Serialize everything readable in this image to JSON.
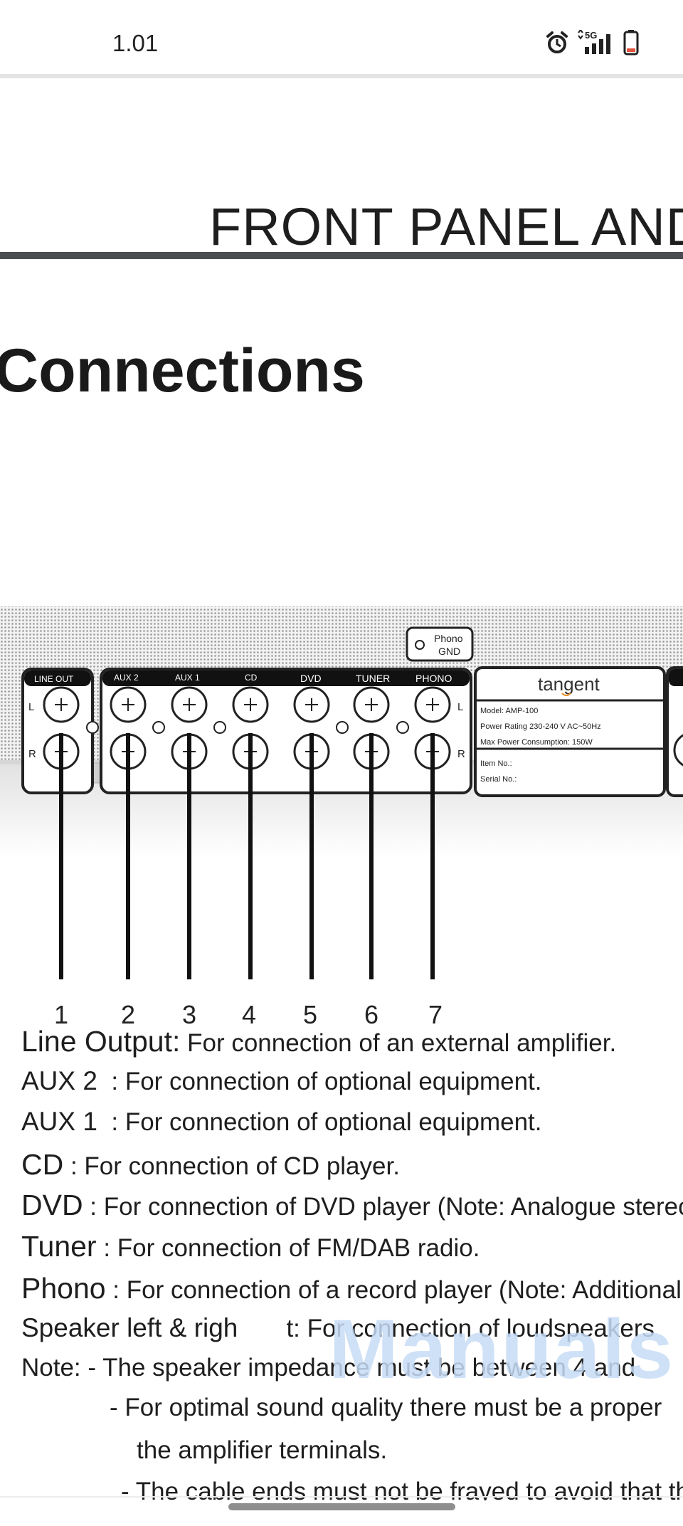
{
  "status_bar": {
    "time": "1.01",
    "network": "5G",
    "icons": [
      "alarm-icon",
      "signal-icon",
      "battery-icon"
    ]
  },
  "document": {
    "header_title": "FRONT PANEL AND",
    "section_title": "Connections",
    "panel": {
      "line_out_label": "LINE OUT",
      "input_labels": [
        "AUX 2",
        "AUX 1",
        "CD",
        "DVD",
        "TUNER",
        "PHONO"
      ],
      "channel_left": "L",
      "channel_right": "R",
      "phono_gnd": [
        "Phono",
        "GND"
      ],
      "brand": "tangent",
      "model": "Model: AMP-100",
      "power_rating": "Power Rating 230-240 V AC~50Hz",
      "max_power": "Max Power Consumption: 150W",
      "item_no": "Item No.:",
      "serial_no": "Serial No.:",
      "callouts": [
        "1",
        "2",
        "3",
        "4",
        "5",
        "6",
        "7"
      ]
    },
    "descriptions": [
      {
        "term": "Line Output:",
        "text": " For connection of an external amplifier."
      },
      {
        "term": "AUX 2",
        "text": "  : For connection of optional equipment."
      },
      {
        "term": "AUX 1",
        "text": "  : For connection of optional equipment."
      },
      {
        "term": "CD",
        "text": " : For connection of CD player."
      },
      {
        "term": "DVD",
        "text": " : For connection of DVD player (Note: Analogue stereo"
      },
      {
        "term": "Tuner",
        "text": " : For connection of FM/DAB radio."
      },
      {
        "term": "Phono",
        "text": " : For connection of a record player (Note: Additional"
      },
      {
        "term": "Speaker left & righ",
        "text": "       t: For connection of loudspeakers"
      },
      {
        "term": "",
        "text": "Note: - The speaker impedance must be between 4 and"
      },
      {
        "term": "",
        "text": "- For optimal sound quality there must be a proper"
      },
      {
        "term": "",
        "text": "the amplifier terminals."
      },
      {
        "term": "",
        "text": "- The cable ends must not be frayed to avoid that the"
      }
    ],
    "watermark": "Manuals"
  },
  "colors": {
    "text": "#1e1e1e",
    "rule": "#4a4d52",
    "panel_label_bg": "#111111",
    "watermark": "#c7dcf6",
    "battery_low": "#e5533d"
  }
}
